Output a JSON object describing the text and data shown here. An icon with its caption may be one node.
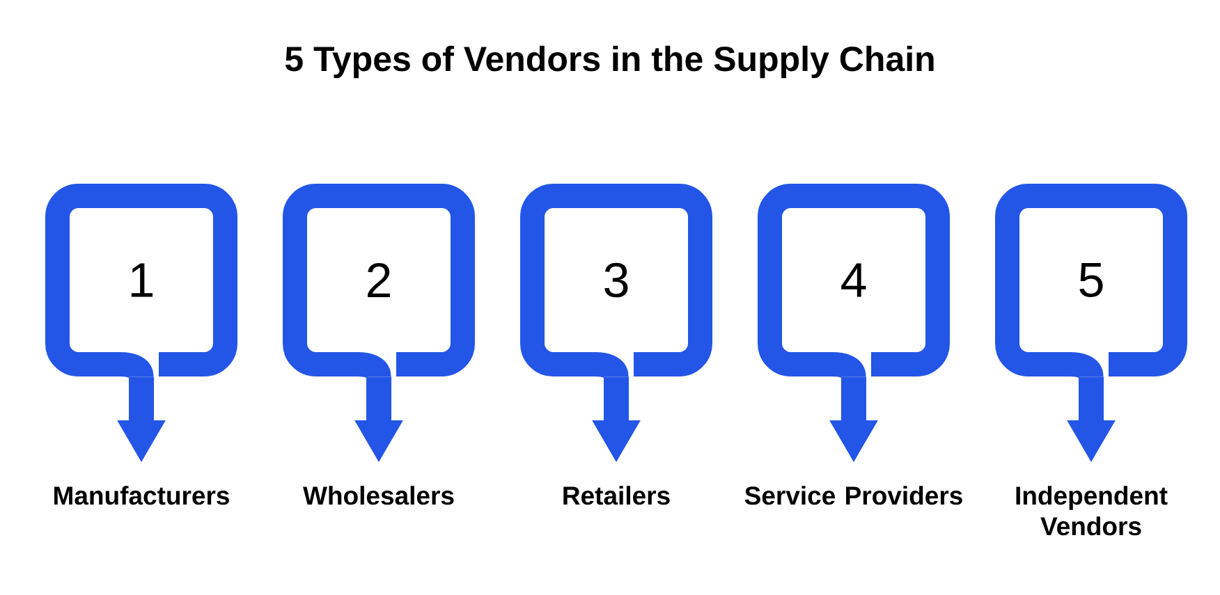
{
  "diagram": {
    "title": "5 Types of Vendors in the Supply Chain",
    "nodes": [
      {
        "text": [
          "1"
        ]
      },
      {
        "text": [
          "2"
        ]
      },
      {
        "text": [
          "3"
        ]
      },
      {
        "text": [
          "4"
        ]
      },
      {
        "text": [
          "5"
        ]
      },
      {
        "text": [
          "Manufacturers"
        ]
      },
      {
        "text": [
          "Wholesalers"
        ]
      },
      {
        "text": [
          "Retailers"
        ]
      },
      {
        "text": [
          "Service Providers"
        ]
      },
      {
        "text": [
          "Independent Vendors"
        ]
      }
    ],
    "edges": [
      {
        "from": 0,
        "to": 5,
        "arrow": "to"
      },
      {
        "from": 1,
        "to": 6,
        "arrow": "to"
      },
      {
        "from": 2,
        "to": 7,
        "arrow": "to"
      },
      {
        "from": 3,
        "to": 8,
        "arrow": "to"
      },
      {
        "from": 4,
        "to": 9,
        "arrow": "to"
      }
    ]
  }
}
